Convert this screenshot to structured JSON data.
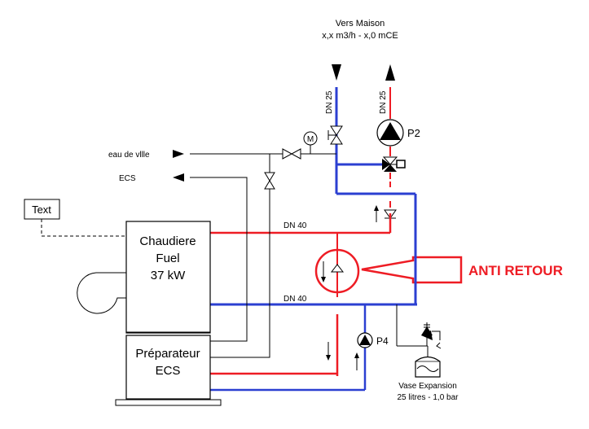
{
  "diagram": {
    "title_top_line1": "Vers Maison",
    "title_top_line2": "x,x m3/h - x,0 mCE",
    "labels": {
      "dn25_left": "DN 25",
      "dn25_right": "DN 25",
      "dn40_top": "DN 40",
      "dn40_bottom": "DN 40",
      "pump_p2": "P2",
      "pump_p4": "P4",
      "motor": "M",
      "eau_de_ville": "eau de vllle",
      "ecs_out": "ECS",
      "text_box": "Text",
      "anti_retour": "ANTI RETOUR"
    },
    "boiler": {
      "line1": "Chaudiere",
      "line2": "Fuel",
      "line3": "37 kW"
    },
    "preparateur": {
      "line1": "Préparateur",
      "line2": "ECS"
    },
    "vase": {
      "line1": "Vase Expansion",
      "line2": "25 litres - 1,0 bar"
    },
    "colors": {
      "hot": "#ee1c24",
      "cold": "#2b3fd1",
      "annotation": "#ee1c24"
    }
  }
}
